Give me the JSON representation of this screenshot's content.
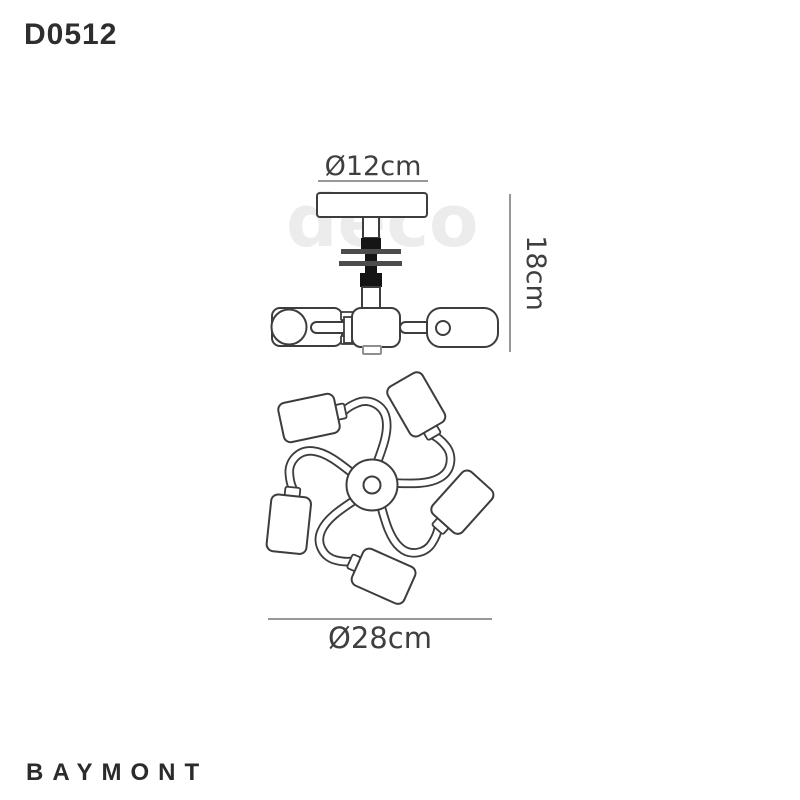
{
  "product_code": "D0512",
  "brand": "BAYMONT",
  "watermark_text": "deco",
  "drawing": {
    "side_view": {
      "canopy_diameter_label": "Ø12cm",
      "height_label": "18cm"
    },
    "plan_view": {
      "diameter_label": "Ø28cm"
    }
  },
  "colors": {
    "outline": "#3d3d3d",
    "dimension_line": "#8a8a8a",
    "label_text": "#3f3f3f",
    "metal_dark": "#151515",
    "spreader_bar_gray": "#4c4c4c",
    "watermark": "#ececec"
  }
}
